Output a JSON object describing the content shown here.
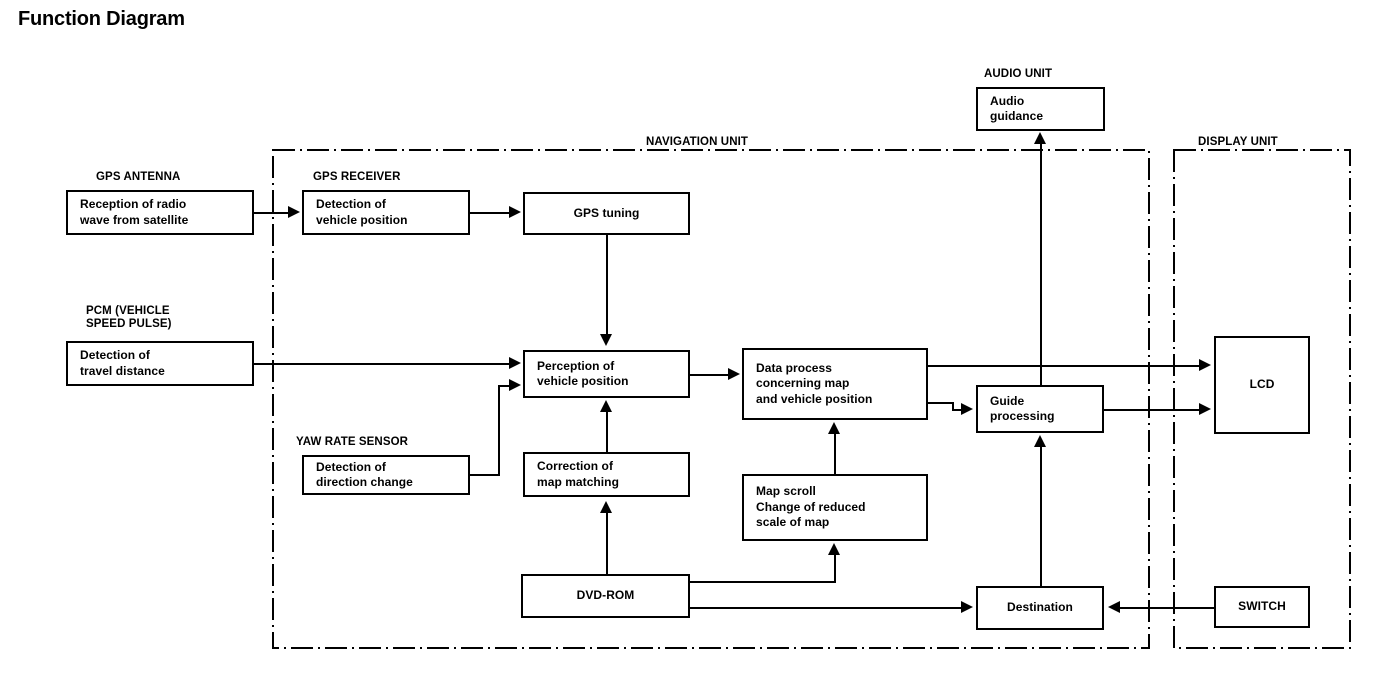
{
  "page": {
    "title": "Function Diagram"
  },
  "groups": [
    {
      "id": "navigation-unit",
      "label": "NAVIGATION UNIT"
    },
    {
      "id": "audio-unit",
      "label": "AUDIO UNIT"
    },
    {
      "id": "display-unit",
      "label": "DISPLAY UNIT"
    }
  ],
  "captions": {
    "gps_antenna": "GPS ANTENNA",
    "gps_receiver": "GPS RECEIVER",
    "pcm": "PCM (VEHICLE\nSPEED PULSE)",
    "yaw_rate_sensor": "YAW RATE SENSOR",
    "audio_unit": "AUDIO UNIT",
    "navigation_unit": "NAVIGATION UNIT",
    "display_unit": "DISPLAY UNIT"
  },
  "nodes": {
    "gps_antenna_box": "Reception of radio\nwave from satellite",
    "gps_receiver_box": "Detection of\nvehicle position",
    "gps_tuning": "GPS tuning",
    "pcm_box": "Detection of\ntravel distance",
    "yaw_rate_box": "Detection of\ndirection change",
    "perception": "Perception of\nvehicle position",
    "correction": "Correction of\nmap matching",
    "dvd_rom": "DVD-ROM",
    "data_process": "Data process\nconcerning map\nand vehicle position",
    "map_scroll": "Map scroll\nChange of reduced\nscale of map",
    "guide_processing": "Guide\nprocessing",
    "destination": "Destination",
    "audio_guidance": "Audio\nguidance",
    "lcd": "LCD",
    "switch": "SWITCH"
  },
  "colors": {
    "line": "#000000",
    "background": "#ffffff",
    "text": "#000000"
  },
  "chart_data": {
    "type": "diagram",
    "title": "Function Diagram",
    "nodes": [
      {
        "id": "gps_antenna_box",
        "label": "Reception of radio wave from satellite",
        "group": "GPS ANTENNA"
      },
      {
        "id": "gps_receiver_box",
        "label": "Detection of vehicle position",
        "group": "GPS RECEIVER"
      },
      {
        "id": "gps_tuning",
        "label": "GPS tuning",
        "group": "NAVIGATION UNIT"
      },
      {
        "id": "pcm_box",
        "label": "Detection of travel distance",
        "group": "PCM (VEHICLE SPEED PULSE)"
      },
      {
        "id": "yaw_rate_box",
        "label": "Detection of direction change",
        "group": "YAW RATE SENSOR"
      },
      {
        "id": "perception",
        "label": "Perception of vehicle position",
        "group": "NAVIGATION UNIT"
      },
      {
        "id": "correction",
        "label": "Correction of map matching",
        "group": "NAVIGATION UNIT"
      },
      {
        "id": "dvd_rom",
        "label": "DVD-ROM",
        "group": "NAVIGATION UNIT"
      },
      {
        "id": "data_process",
        "label": "Data process concerning map and vehicle position",
        "group": "NAVIGATION UNIT"
      },
      {
        "id": "map_scroll",
        "label": "Map scroll Change of reduced scale of map",
        "group": "NAVIGATION UNIT"
      },
      {
        "id": "guide_processing",
        "label": "Guide processing",
        "group": "NAVIGATION UNIT"
      },
      {
        "id": "destination",
        "label": "Destination",
        "group": "NAVIGATION UNIT"
      },
      {
        "id": "audio_guidance",
        "label": "Audio guidance",
        "group": "AUDIO UNIT"
      },
      {
        "id": "lcd",
        "label": "LCD",
        "group": "DISPLAY UNIT"
      },
      {
        "id": "switch",
        "label": "SWITCH",
        "group": "DISPLAY UNIT"
      }
    ],
    "edges": [
      {
        "from": "gps_antenna_box",
        "to": "gps_receiver_box"
      },
      {
        "from": "gps_receiver_box",
        "to": "gps_tuning"
      },
      {
        "from": "gps_tuning",
        "to": "perception"
      },
      {
        "from": "pcm_box",
        "to": "perception"
      },
      {
        "from": "yaw_rate_box",
        "to": "perception"
      },
      {
        "from": "correction",
        "to": "perception"
      },
      {
        "from": "dvd_rom",
        "to": "correction"
      },
      {
        "from": "perception",
        "to": "data_process"
      },
      {
        "from": "map_scroll",
        "to": "data_process"
      },
      {
        "from": "dvd_rom",
        "to": "map_scroll"
      },
      {
        "from": "dvd_rom",
        "to": "destination"
      },
      {
        "from": "switch",
        "to": "destination"
      },
      {
        "from": "destination",
        "to": "guide_processing"
      },
      {
        "from": "data_process",
        "to": "guide_processing"
      },
      {
        "from": "data_process",
        "to": "lcd"
      },
      {
        "from": "guide_processing",
        "to": "lcd"
      },
      {
        "from": "guide_processing",
        "to": "audio_guidance"
      }
    ]
  }
}
